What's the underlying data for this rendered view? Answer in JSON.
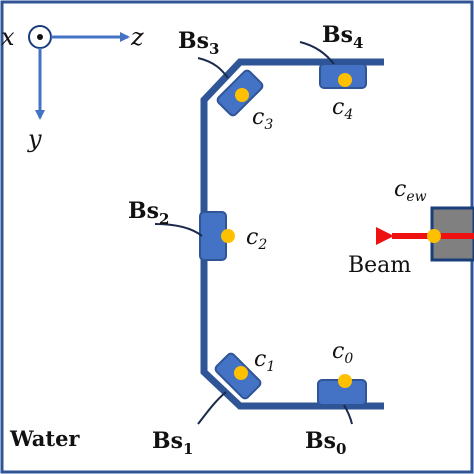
{
  "axes": {
    "x_label": "x",
    "y_label": "y",
    "z_label": "z"
  },
  "sensors": [
    {
      "id": "Bs_0",
      "name_base": "Bs",
      "name_sub": "0",
      "centroid_base": "c",
      "centroid_sub": "0"
    },
    {
      "id": "Bs_1",
      "name_base": "Bs",
      "name_sub": "1",
      "centroid_base": "c",
      "centroid_sub": "1"
    },
    {
      "id": "Bs_2",
      "name_base": "Bs",
      "name_sub": "2",
      "centroid_base": "c",
      "centroid_sub": "2"
    },
    {
      "id": "Bs_3",
      "name_base": "Bs",
      "name_sub": "3",
      "centroid_base": "c",
      "centroid_sub": "3"
    },
    {
      "id": "Bs_4",
      "name_base": "Bs",
      "name_sub": "4",
      "centroid_base": "c",
      "centroid_sub": "4"
    }
  ],
  "beam": {
    "label": "Beam",
    "exit_window_base": "c",
    "exit_window_sub": "ew"
  },
  "medium_label": "Water",
  "colors": {
    "frame": "#2f5597",
    "detector": "#4472c4",
    "detector_edge": "#2f5597",
    "centroid": "#ffc000",
    "beam_arrow": "#ee1111",
    "beam_box": "#808080",
    "axis": "#4472c4",
    "border": "#2f5597"
  }
}
